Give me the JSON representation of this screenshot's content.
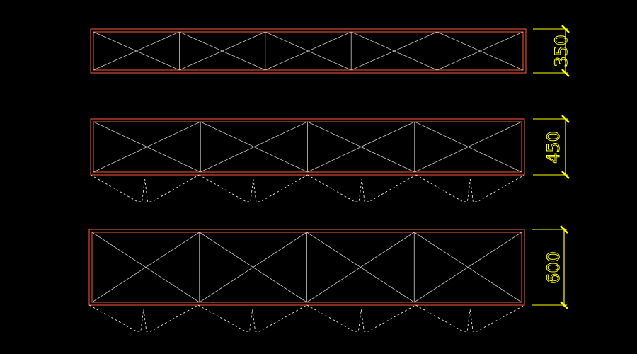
{
  "colors": {
    "background": "#000000",
    "outline": "#ff5a3c",
    "lines": "#c8c8c8",
    "dashed": "#e6e6e6",
    "dimension": "#ffff00"
  },
  "panels": [
    {
      "name": "panel-350",
      "bays": 5,
      "dimension_label": "350",
      "hoppers": false
    },
    {
      "name": "panel-450",
      "bays": 4,
      "dimension_label": "450",
      "hoppers": true
    },
    {
      "name": "panel-600",
      "bays": 4,
      "dimension_label": "600",
      "hoppers": true
    }
  ]
}
